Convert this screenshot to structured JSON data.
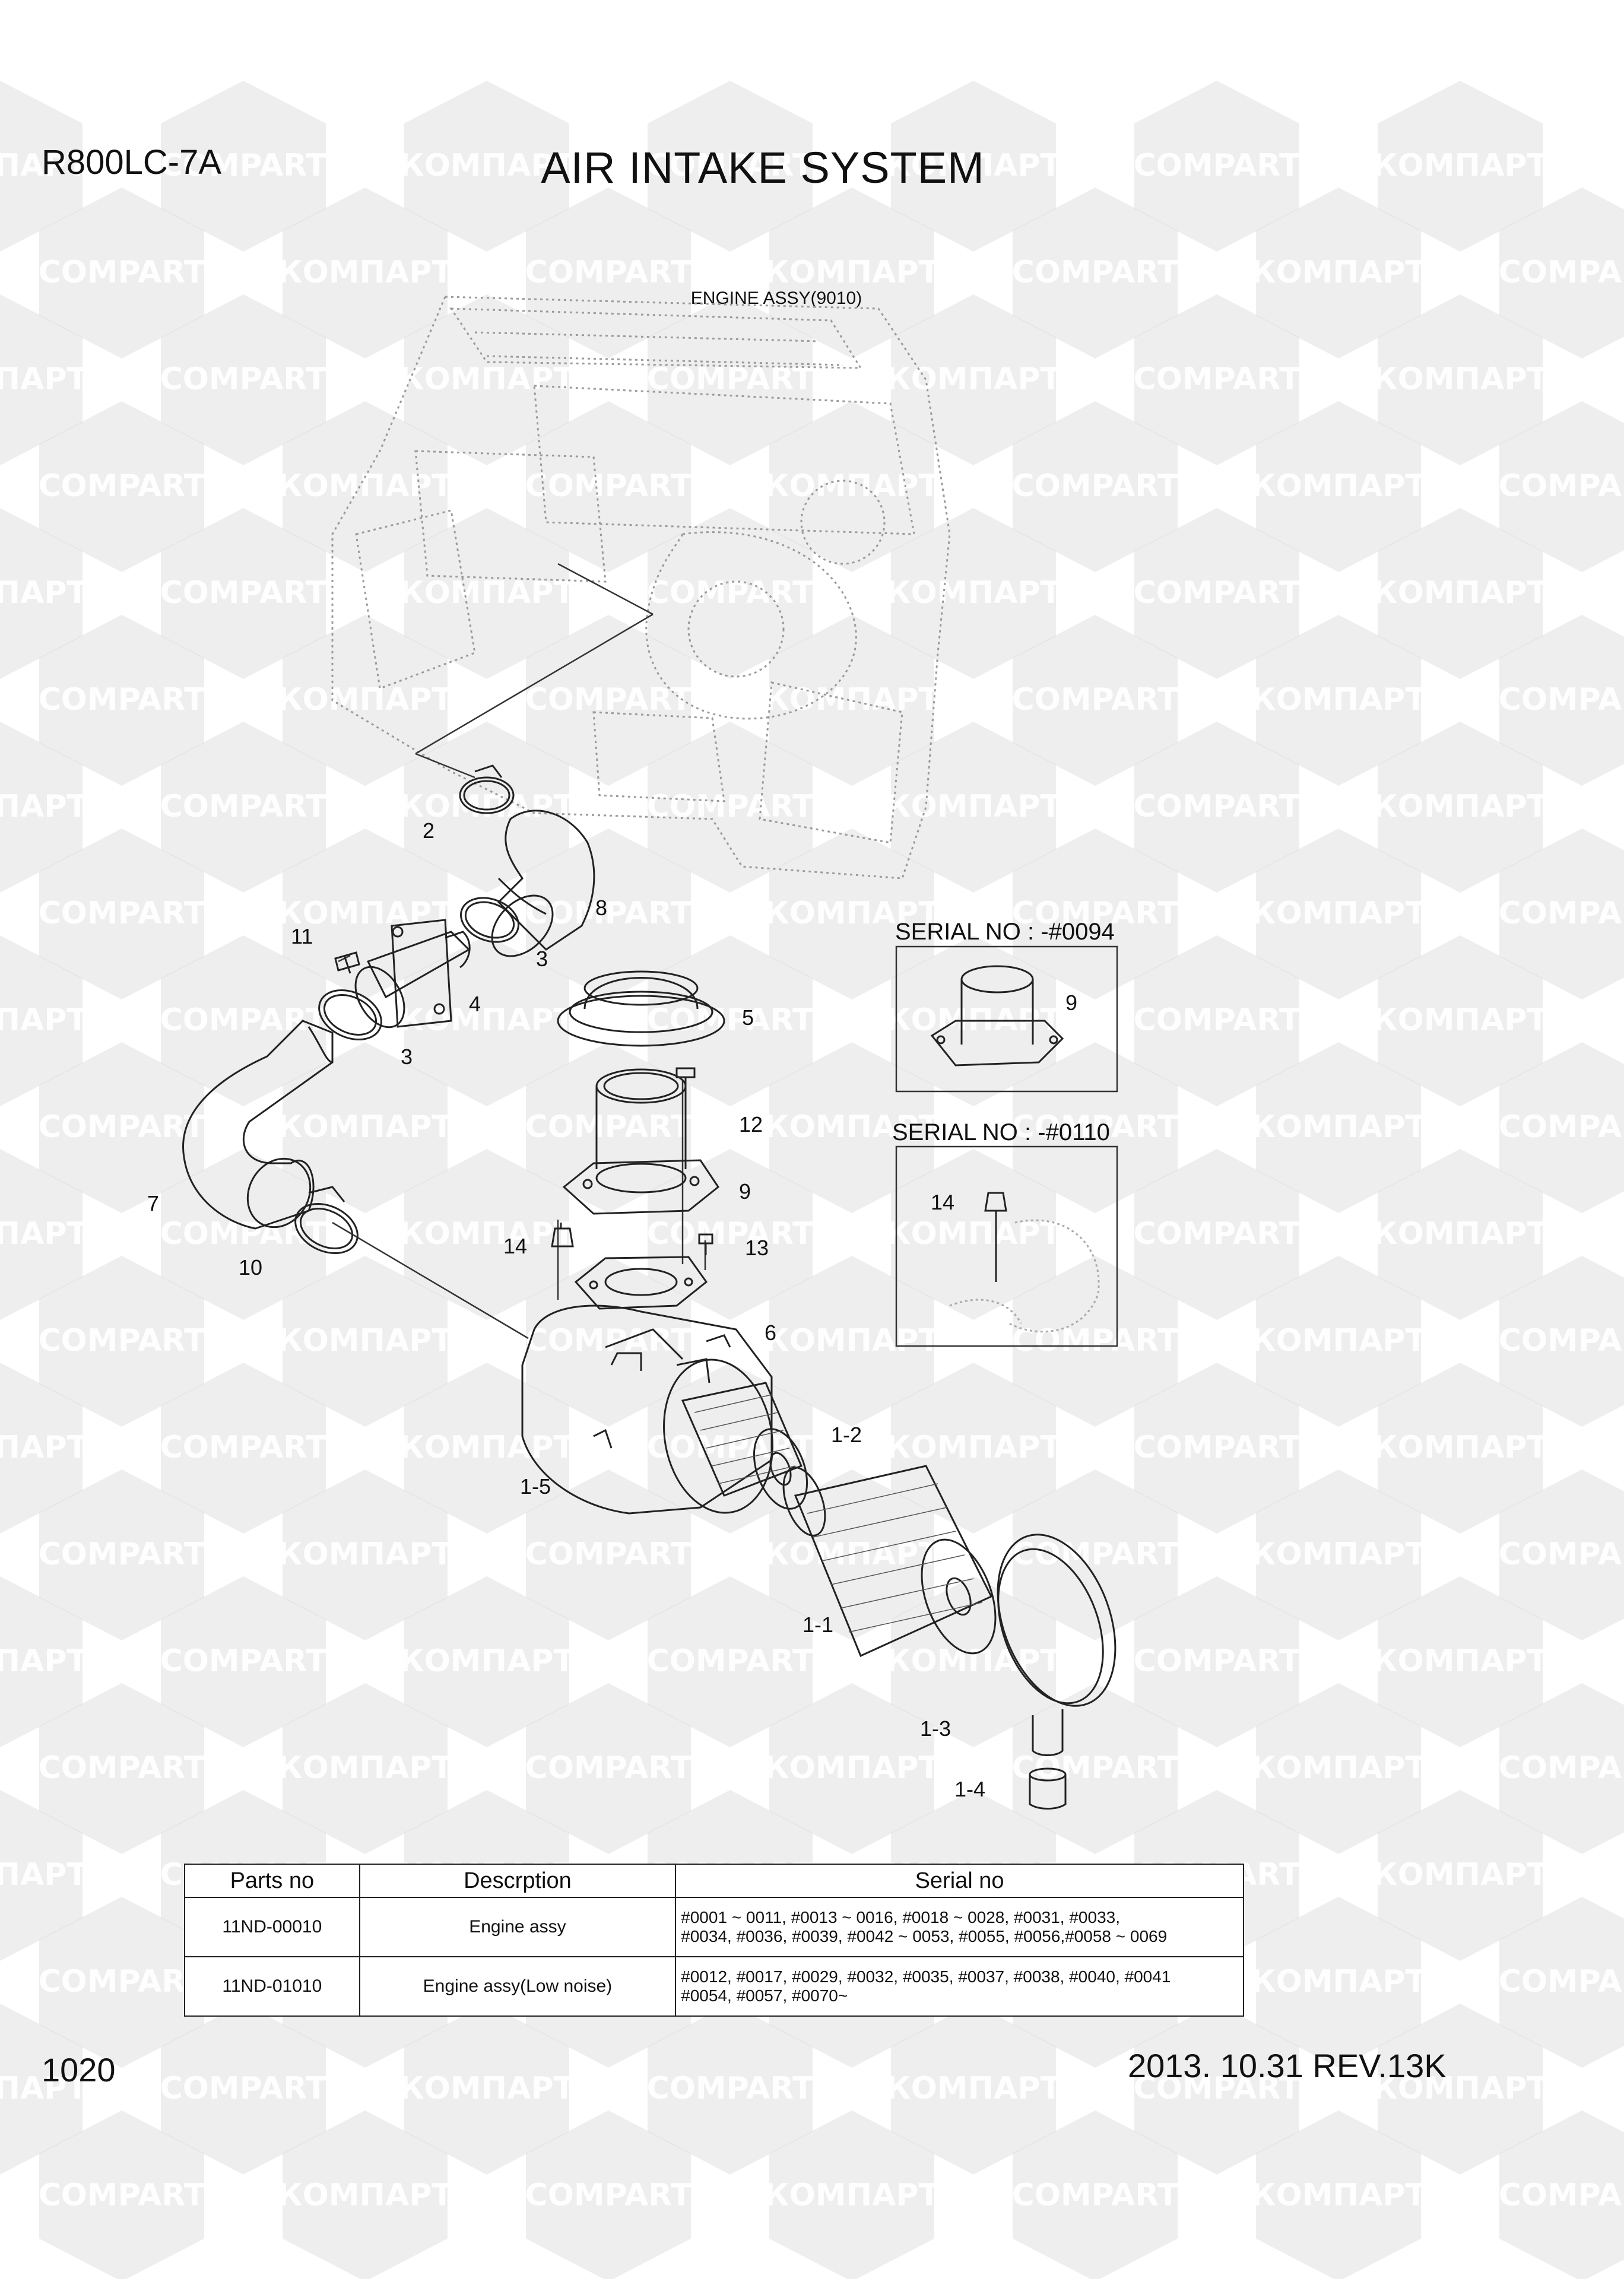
{
  "header": {
    "model": "R800LC-7A",
    "title": "AIR INTAKE SYSTEM",
    "engine_label": "ENGINE ASSY(9010)"
  },
  "watermark": {
    "brand_cyrillic": "КОМПАРТ",
    "brand_latin": "COMPART",
    "color": "#d9d9d9"
  },
  "callouts": {
    "c2": "2",
    "c8": "8",
    "c11": "11",
    "c3a": "3",
    "c4": "4",
    "c3b": "3",
    "c5": "5",
    "c7": "7",
    "c12": "12",
    "c9": "9",
    "c10": "10",
    "c14": "14",
    "c13": "13",
    "c6": "6",
    "c1_2": "1-2",
    "c1_5": "1-5",
    "c1_1": "1-1",
    "c1_3": "1-3",
    "c1_4": "1-4"
  },
  "serial_boxes": [
    {
      "header": "SERIAL NO : -#0094",
      "callout": "9"
    },
    {
      "header": "SERIAL NO : -#0110",
      "callout": "14"
    }
  ],
  "table": {
    "headers": [
      "Parts no",
      "Descrption",
      "Serial no"
    ],
    "rows": [
      {
        "part_no": "11ND-00010",
        "description": "Engine assy",
        "serial_line1": "#0001 ~ 0011, #0013 ~ 0016, #0018 ~ 0028, #0031, #0033,",
        "serial_line2": "#0034, #0036, #0039, #0042 ~ 0053, #0055, #0056,#0058 ~ 0069"
      },
      {
        "part_no": "11ND-01010",
        "description": "Engine assy(Low noise)",
        "serial_line1": "#0012, #0017, #0029, #0032, #0035, #0037, #0038, #0040, #0041",
        "serial_line2": "#0054, #0057, #0070~"
      }
    ]
  },
  "footer": {
    "page_number": "1020",
    "date_rev": "2013. 10.31  REV.13K"
  }
}
